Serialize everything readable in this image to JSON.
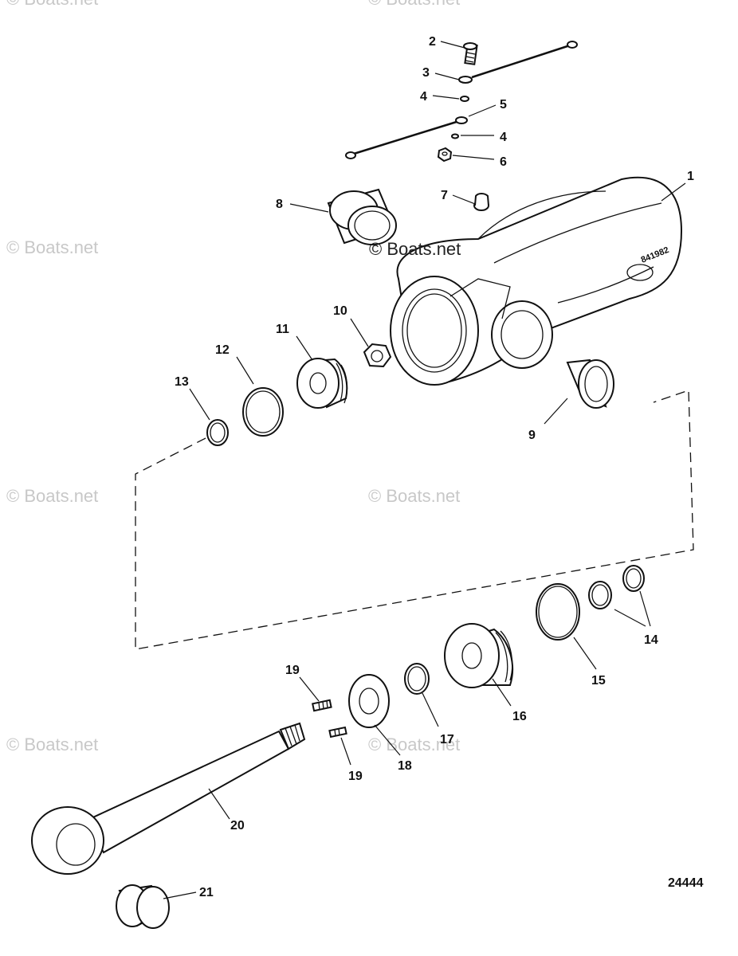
{
  "watermark": "© Boats.net",
  "figure_number": "24444",
  "housing_marking": "841982",
  "callouts": [
    "1",
    "2",
    "3",
    "4",
    "4",
    "5",
    "6",
    "7",
    "8",
    "9",
    "10",
    "11",
    "12",
    "13",
    "14",
    "15",
    "16",
    "17",
    "18",
    "19",
    "19",
    "20",
    "21"
  ],
  "colors": {
    "line": "#111111",
    "background": "#ffffff",
    "watermark": "#c8c8c8"
  }
}
